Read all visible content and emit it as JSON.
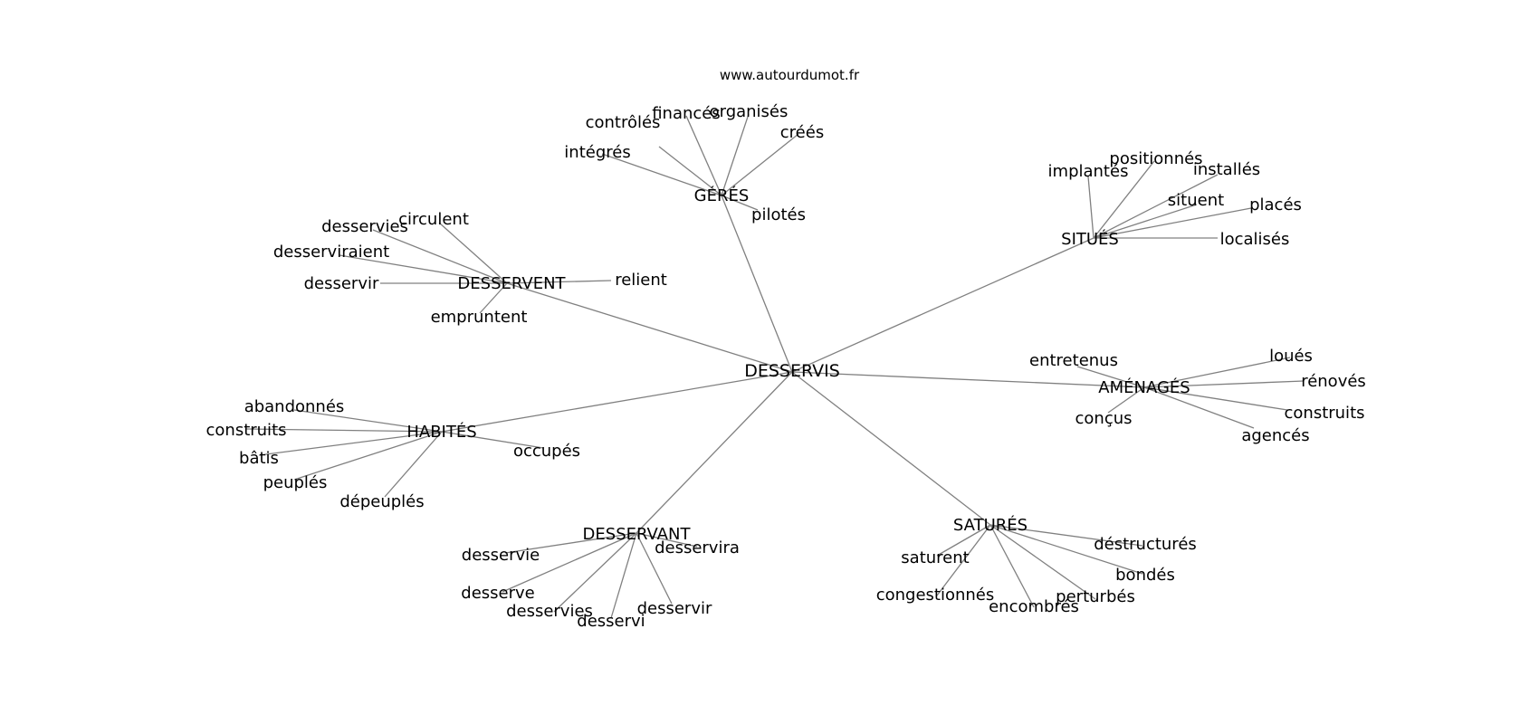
{
  "source": "www.autourdumot.fr",
  "center": "DESSERVIS",
  "clusters": [
    {
      "hub": "GÉRÉS",
      "leaves": [
        "contrôlés",
        "financés",
        "organisés",
        "créés",
        "intégrés",
        "pilotés"
      ]
    },
    {
      "hub": "SITUÉS",
      "leaves": [
        "implantés",
        "positionnés",
        "installés",
        "situent",
        "placés",
        "localisés"
      ]
    },
    {
      "hub": "DESSERVENT",
      "leaves": [
        "desservies",
        "circulent",
        "desserviraient",
        "desservir",
        "relient",
        "empruntent"
      ]
    },
    {
      "hub": "AMÉNAGÉS",
      "leaves": [
        "entretenus",
        "loués",
        "rénovés",
        "construits",
        "agencés",
        "conçus"
      ]
    },
    {
      "hub": "HABITÉS",
      "leaves": [
        "abandonnés",
        "construits",
        "bâtis",
        "peuplés",
        "dépeuplés",
        "occupés"
      ]
    },
    {
      "hub": "DESSERVANT",
      "leaves": [
        "desservie",
        "desservira",
        "desserve",
        "desservies",
        "desservi",
        "desservir"
      ]
    },
    {
      "hub": "SATURÉS",
      "leaves": [
        "saturent",
        "déstructurés",
        "bondés",
        "congestionnés",
        "perturbés",
        "encombrés"
      ]
    }
  ]
}
